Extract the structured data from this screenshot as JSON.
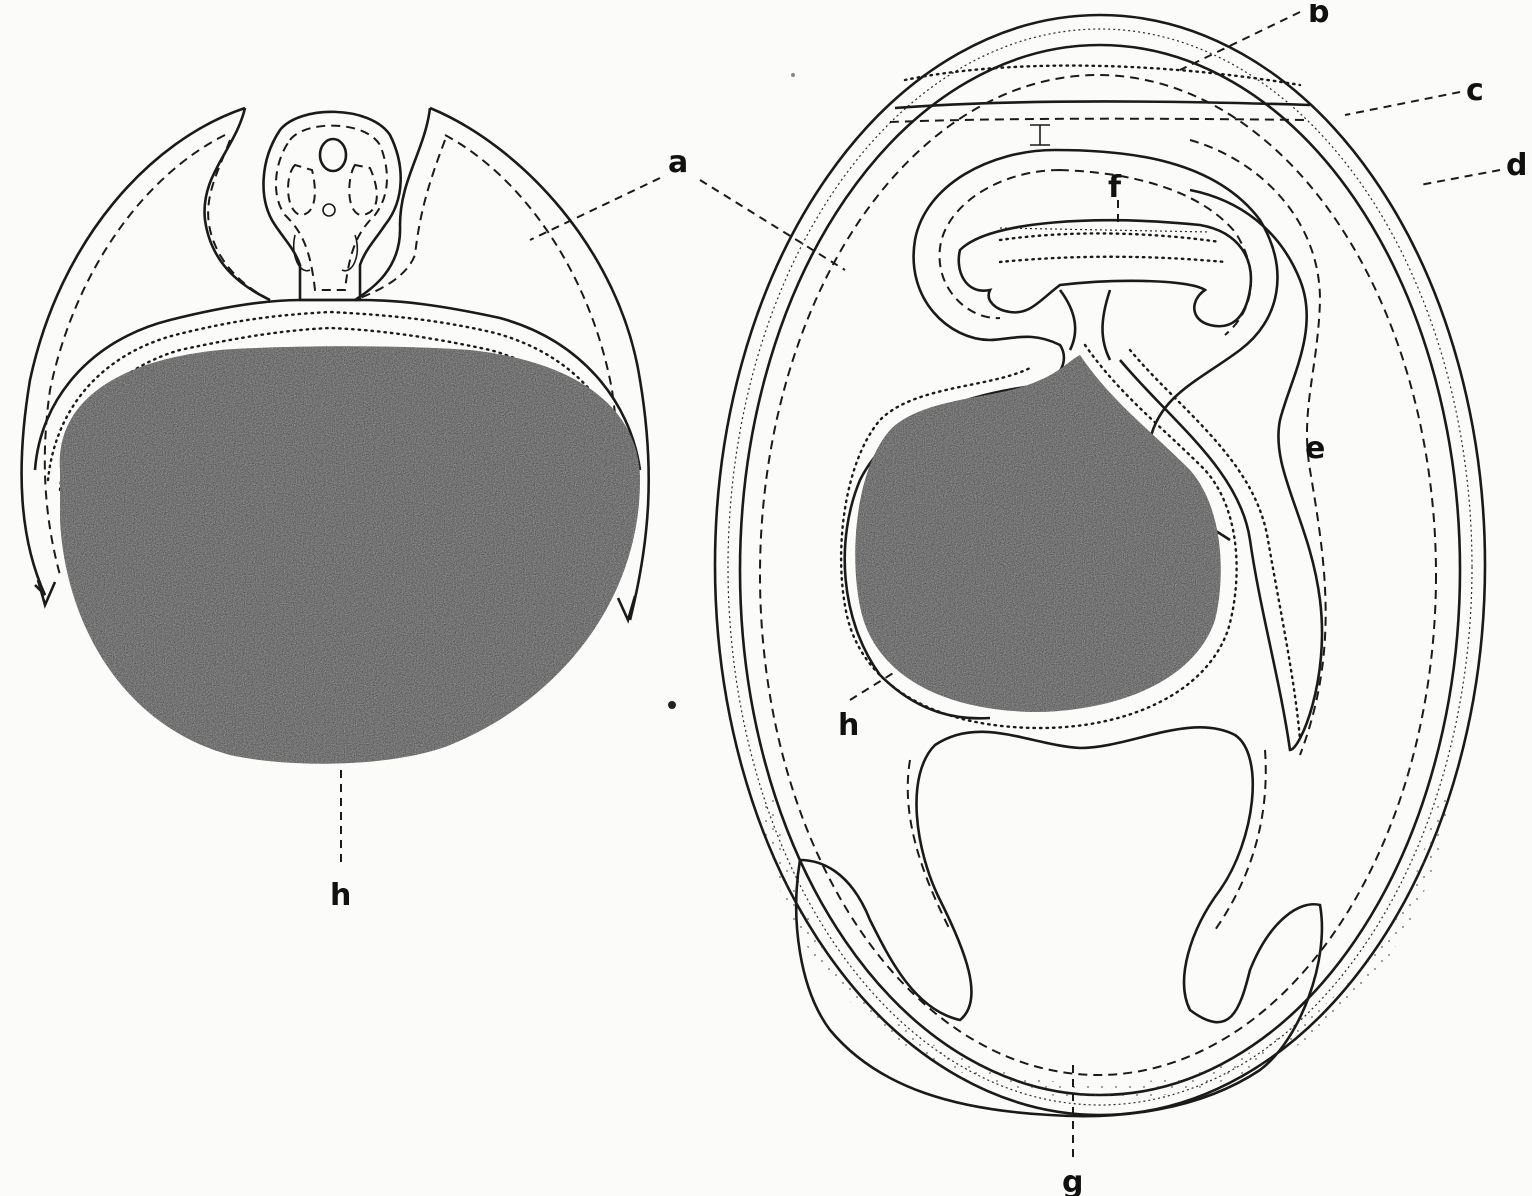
{
  "labels": {
    "a": "a",
    "b": "b",
    "c": "c",
    "d": "d",
    "e": "e",
    "f": "f",
    "g": "g",
    "h_left": "h",
    "h_right": "h"
  },
  "colors": {
    "ink": "#1a1a1a",
    "yolk": "#3b3b3b",
    "paper": "#fbfbf9"
  }
}
